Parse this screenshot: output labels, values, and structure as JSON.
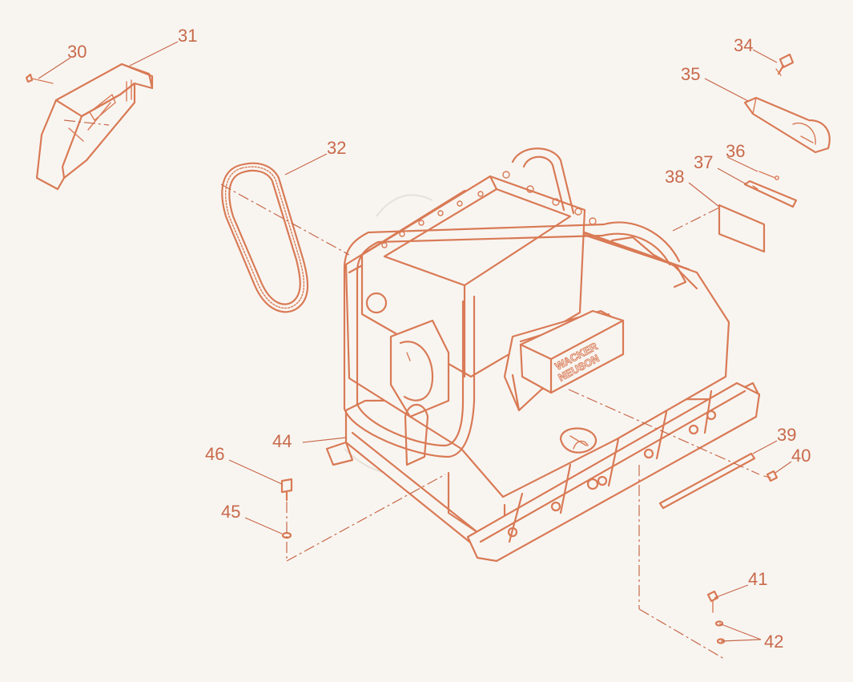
{
  "diagram": {
    "brand_lines": [
      "WACKER",
      "NEUSON"
    ],
    "callouts": [
      {
        "id": "30",
        "label": "30"
      },
      {
        "id": "31",
        "label": "31"
      },
      {
        "id": "32",
        "label": "32"
      },
      {
        "id": "34",
        "label": "34"
      },
      {
        "id": "35",
        "label": "35"
      },
      {
        "id": "36",
        "label": "36"
      },
      {
        "id": "37",
        "label": "37"
      },
      {
        "id": "38",
        "label": "38"
      },
      {
        "id": "39",
        "label": "39"
      },
      {
        "id": "40",
        "label": "40"
      },
      {
        "id": "41",
        "label": "41"
      },
      {
        "id": "42",
        "label": "42"
      },
      {
        "id": "44",
        "label": "44"
      },
      {
        "id": "45",
        "label": "45"
      },
      {
        "id": "46",
        "label": "46"
      }
    ],
    "colors": {
      "line": "#d97a55",
      "text": "#c8694a",
      "background": "#f8f5f1"
    }
  }
}
